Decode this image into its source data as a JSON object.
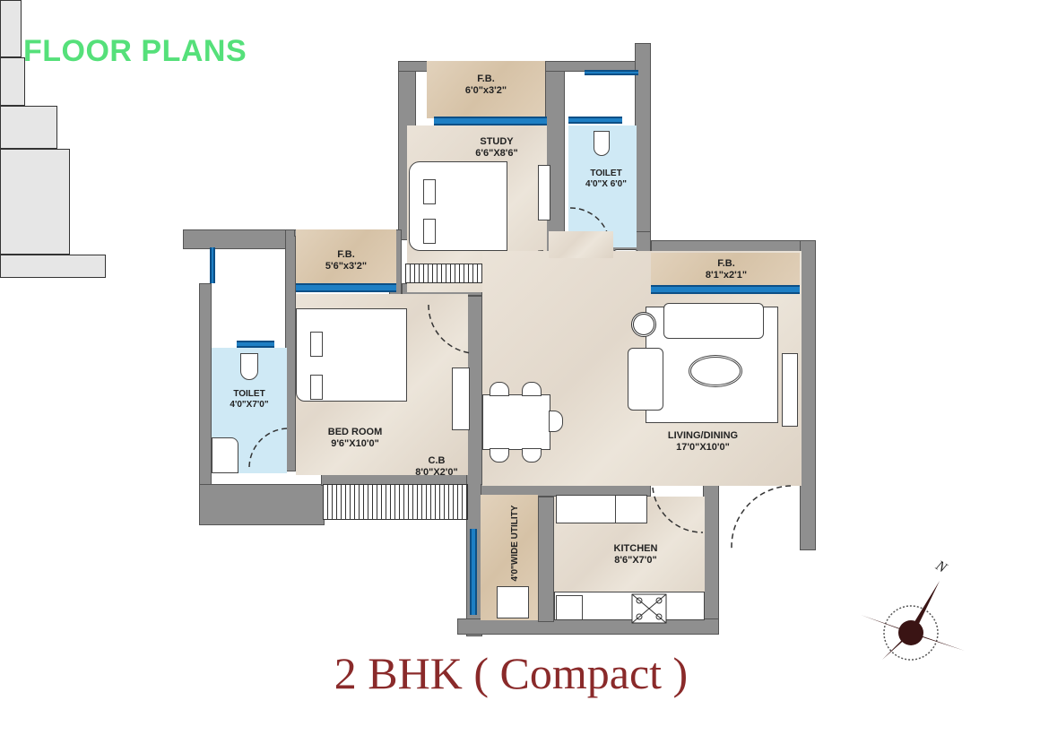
{
  "header": {
    "title": "FLOOR PLANS",
    "color": "#55e07a"
  },
  "footer": {
    "title": "2 BHK ( Compact )",
    "color": "#8a2a2a"
  },
  "rooms": {
    "fb_top": {
      "name": "F.B.",
      "size": "6'0\"x3'2\""
    },
    "study": {
      "name": "STUDY",
      "size": "6'6\"X8'6\""
    },
    "toilet_top": {
      "name": "TOILET",
      "size": "4'0\"X 6'0\""
    },
    "fb_left": {
      "name": "F.B.",
      "size": "5'6\"x3'2\""
    },
    "fb_right": {
      "name": "F.B.",
      "size": "8'1\"x2'1\""
    },
    "toilet_left": {
      "name": "TOILET",
      "size": "4'0\"X7'0\""
    },
    "bedroom": {
      "name": "BED ROOM",
      "size": "9'6\"X10'0\""
    },
    "cb": {
      "name": "C.B",
      "size": "8'0\"X2'0\""
    },
    "living": {
      "name": "LIVING/DINING",
      "size": "17'0\"X10'0\""
    },
    "kitchen": {
      "name": "KITCHEN",
      "size": "8'6\"X7'0\""
    },
    "utility": {
      "name": "4'0\"WIDE UTILITY"
    }
  },
  "compass": {
    "label": "N",
    "color": "#3a1414"
  },
  "colors": {
    "wall": "#8f8f8f",
    "window": "#1e7fc4",
    "toilet_tile": "#cfe9f5",
    "wood": "#dccab2",
    "marble": "#e8dfd3"
  }
}
